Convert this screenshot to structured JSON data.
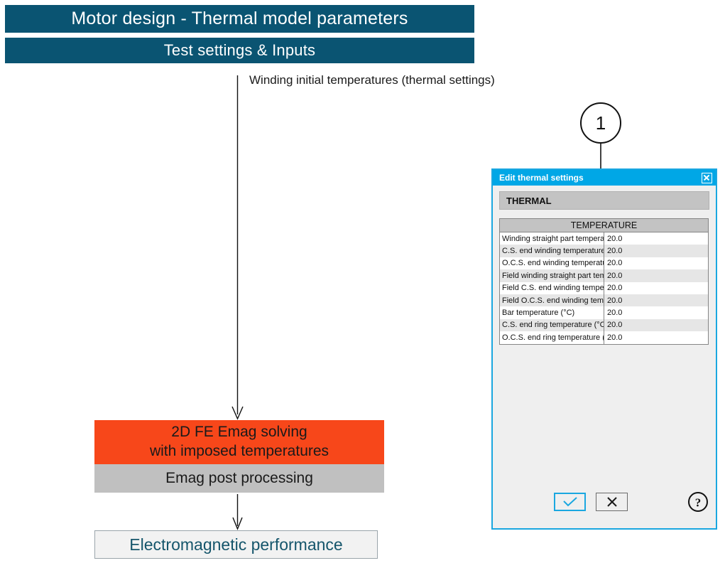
{
  "banner": {
    "title": "Motor design - Thermal model parameters",
    "subtitle": "Test settings & Inputs"
  },
  "annotation": {
    "label": "Winding initial temperatures (thermal settings)",
    "callout_number": "1"
  },
  "flow": {
    "solving_line1": "2D FE Emag solving",
    "solving_line2": "with imposed temperatures",
    "postprocessing": "Emag post processing",
    "result": "Electromagnetic performance"
  },
  "dialog": {
    "title": "Edit thermal settings",
    "close_icon": "close-icon",
    "section_header": "THERMAL",
    "table": {
      "column_header": "TEMPERATURE",
      "rows": [
        {
          "label": "Winding straight part temperature (°C)",
          "value": "20.0"
        },
        {
          "label": "C.S. end winding temperature (°C)",
          "value": "20.0"
        },
        {
          "label": "O.C.S. end winding temperature (°C)",
          "value": "20.0"
        },
        {
          "label": "Field winding straight part temperature (°C)",
          "value": "20.0"
        },
        {
          "label": "Field C.S. end winding temperature (°C)",
          "value": "20.0"
        },
        {
          "label": "Field O.C.S. end winding temperature (°C)",
          "value": "20.0"
        },
        {
          "label": "Bar temperature (°C)",
          "value": "20.0"
        },
        {
          "label": "C.S. end ring temperature (°C)",
          "value": "20.0"
        },
        {
          "label": "O.C.S. end ring temperature (°C)",
          "value": "20.0"
        }
      ]
    },
    "buttons": {
      "ok_icon": "checkmark-icon",
      "cancel_icon": "cross-icon",
      "help_icon": "question-mark-icon"
    }
  },
  "colors": {
    "banner_blue": "#0a5472",
    "dialog_cyan": "#00a7e6",
    "process_orange": "#f7471a",
    "process_gray": "#c0c0c0",
    "result_text": "#15556b"
  }
}
